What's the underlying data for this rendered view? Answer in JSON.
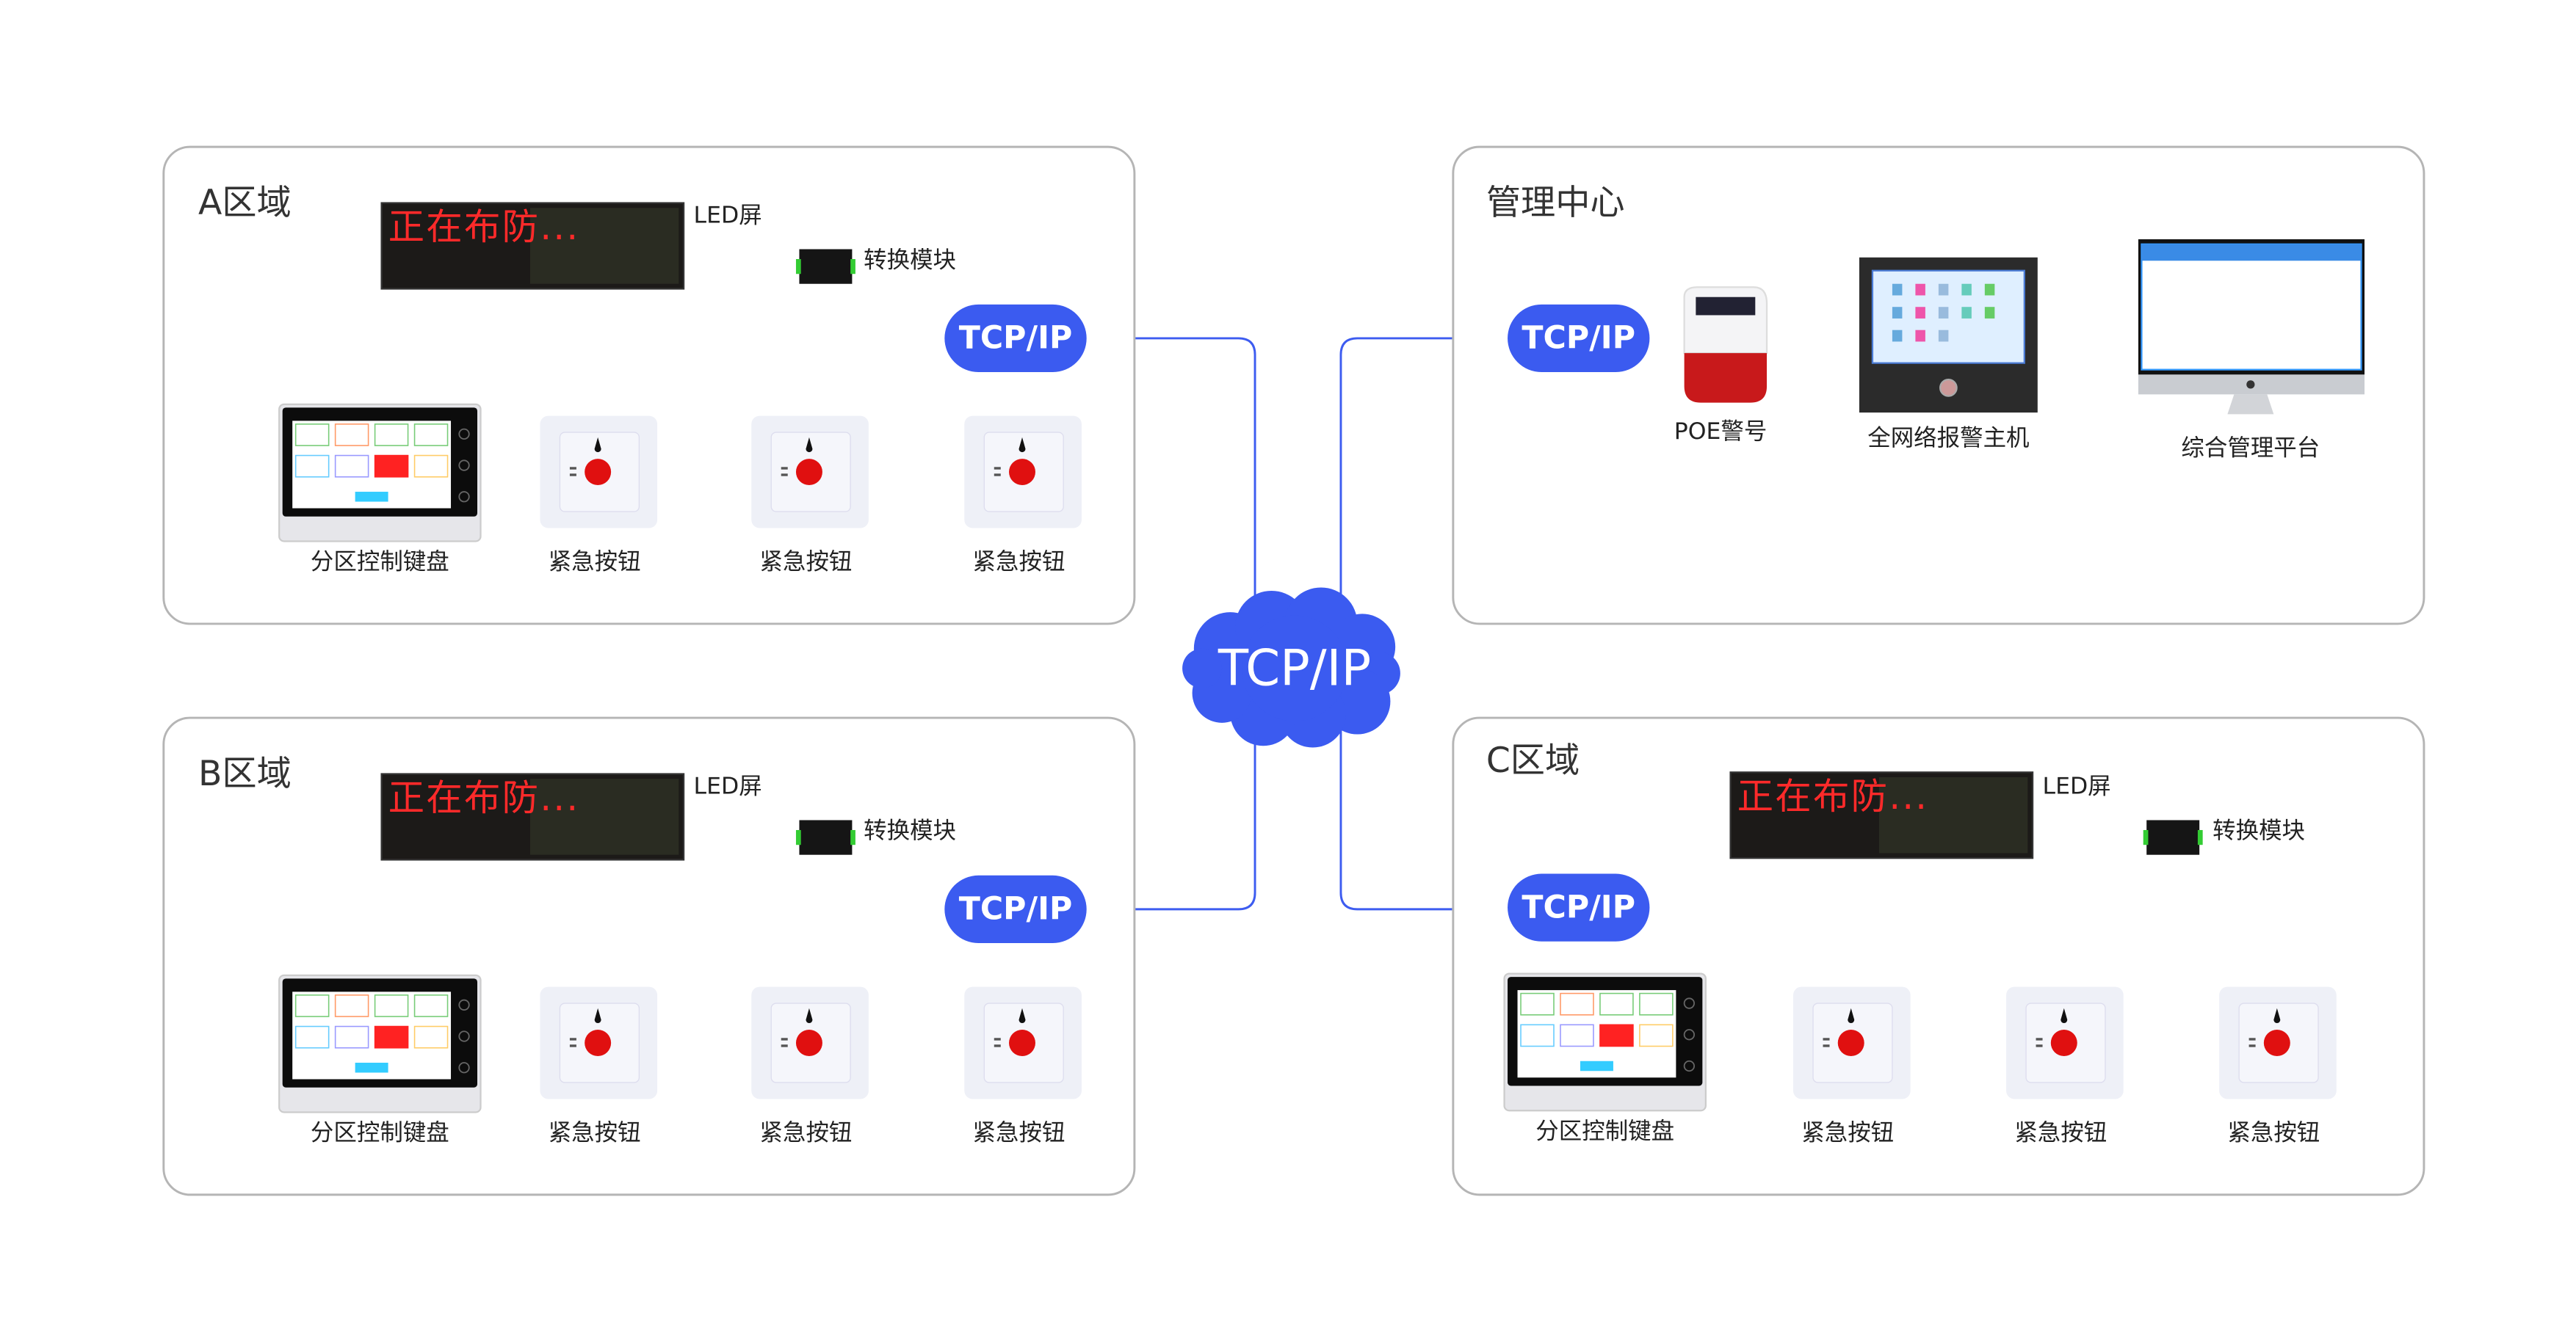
{
  "colors": {
    "accent": "#3b5bf0",
    "wire": "#3d5cf0",
    "panel_border": "#b5b5b5",
    "led_text": "#ff2a2a"
  },
  "cloud": {
    "label": "TCP/IP"
  },
  "zones": {
    "a": {
      "title": "A区域",
      "led_text": "正在布防...",
      "led_label": "LED屏",
      "module_label": "转换模块",
      "hub_label": "TCP/IP",
      "keypad_label": "分区控制键盘",
      "buttons": [
        "紧急按钮",
        "紧急按钮",
        "紧急按钮"
      ]
    },
    "b": {
      "title": "B区域",
      "led_text": "正在布防...",
      "led_label": "LED屏",
      "module_label": "转换模块",
      "hub_label": "TCP/IP",
      "keypad_label": "分区控制键盘",
      "buttons": [
        "紧急按钮",
        "紧急按钮",
        "紧急按钮"
      ]
    },
    "c": {
      "title": "C区域",
      "led_text": "正在布防...",
      "led_label": "LED屏",
      "module_label": "转换模块",
      "hub_label": "TCP/IP",
      "keypad_label": "分区控制键盘",
      "buttons": [
        "紧急按钮",
        "紧急按钮",
        "紧急按钮"
      ]
    }
  },
  "management": {
    "title": "管理中心",
    "hub_label": "TCP/IP",
    "siren_label": "POE警号",
    "host_label": "全网络报警主机",
    "platform_label": "综合管理平台"
  }
}
